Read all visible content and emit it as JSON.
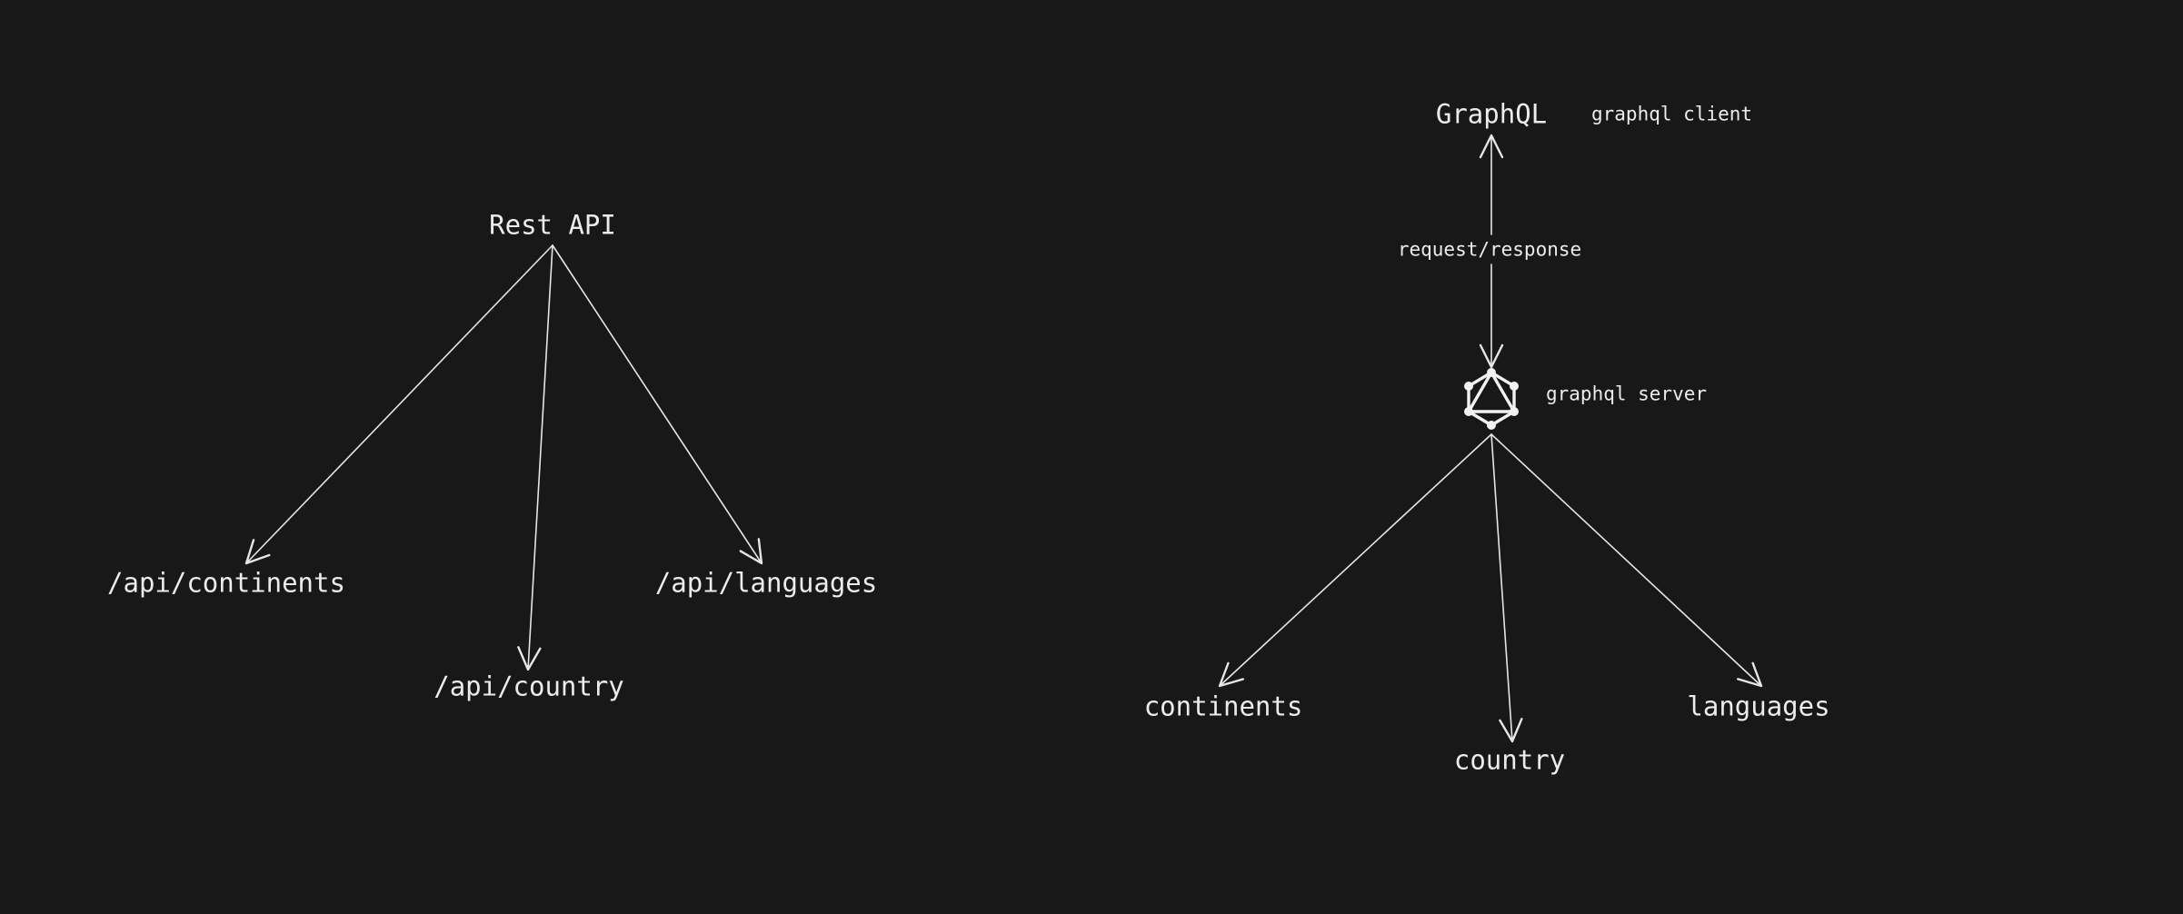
{
  "colors": {
    "background": "#181818",
    "stroke": "#e6e6e6",
    "text": "#ececec"
  },
  "rest": {
    "root": "Rest API",
    "continents": "/api/continents",
    "country": "/api/country",
    "languages": "/api/languages"
  },
  "graphql": {
    "client": "GraphQL",
    "client_note": "graphql client",
    "edge_label": "request/response",
    "server_icon": "graphql-logo-icon",
    "server_note": "graphql server",
    "continents": "continents",
    "country": "country",
    "languages": "languages"
  }
}
